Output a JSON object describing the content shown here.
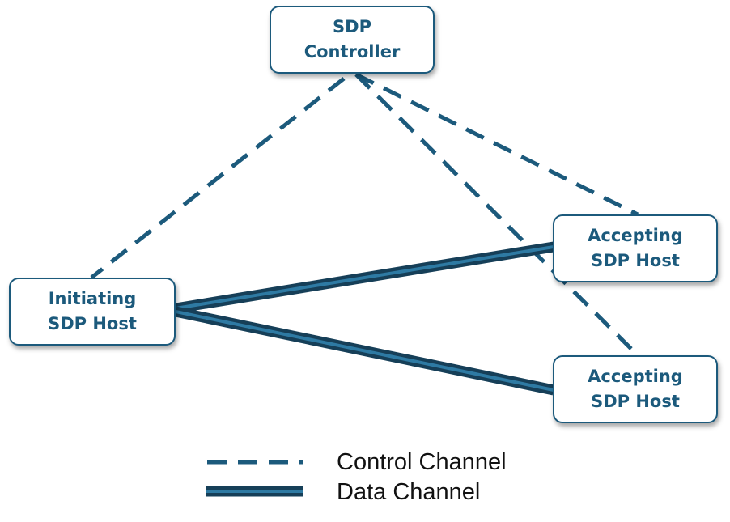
{
  "colors": {
    "primary": "#1c5a7c",
    "data_channel": "#1c5a7c",
    "control_channel": "#1c5a7c",
    "legend_text": "#111111"
  },
  "nodes": {
    "controller": {
      "line1": "SDP",
      "line2": "Controller"
    },
    "initiating_host": {
      "line1": "Initiating",
      "line2": "SDP Host"
    },
    "accepting_host_1": {
      "line1": "Accepting",
      "line2": "SDP Host"
    },
    "accepting_host_2": {
      "line1": "Accepting",
      "line2": "SDP Host"
    }
  },
  "legend": {
    "control_channel": "Control Channel",
    "data_channel": "Data Channel"
  }
}
